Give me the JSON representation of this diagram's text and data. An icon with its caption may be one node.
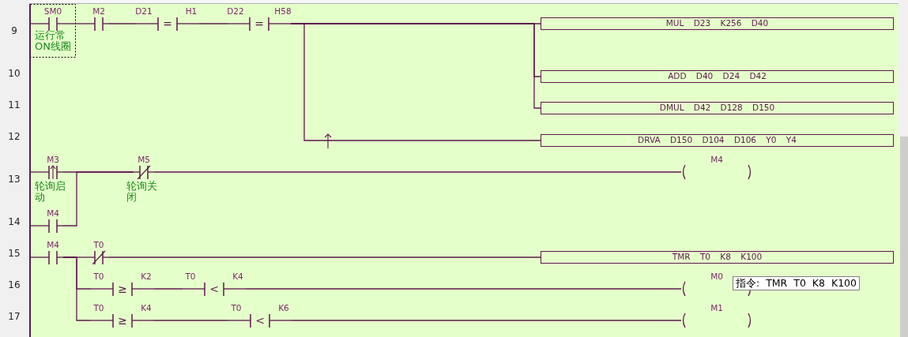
{
  "diagram": {
    "nodes": [
      {
        "text": [],
        "shape": "bar"
      },
      {
        "text": [
          "SM0"
        ],
        "beside": [
          "运行常ON线圈"
        ]
      },
      {
        "text": [
          "M2"
        ]
      },
      {
        "text": [
          "D21",
          "=",
          "H1"
        ]
      },
      {
        "text": [
          "D22",
          "=",
          "H58"
        ]
      },
      {
        "text": [
          "MUL D23 K256 D40"
        ]
      },
      {
        "text": [
          "ADD D40 D24 D42"
        ]
      },
      {
        "text": [
          "DMUL D42 D128 D150"
        ]
      },
      {
        "text": [
          "DRVA D150 D104 D106 Y0 Y4"
        ]
      },
      {
        "text": [
          "M3"
        ],
        "beside": [
          "轮询启动"
        ]
      },
      {
        "text": [
          "M5"
        ],
        "beside": [
          "轮询关闭"
        ]
      },
      {
        "text": [
          "M4"
        ]
      },
      {
        "text": [
          "M4"
        ]
      },
      {
        "text": [
          "M4"
        ]
      },
      {
        "text": [
          "T0"
        ]
      },
      {
        "text": [
          "TMR T0 K8 K100"
        ]
      },
      {
        "text": [
          "T0",
          "≥",
          "K2"
        ]
      },
      {
        "text": [
          "T0",
          "<",
          "K4"
        ]
      },
      {
        "text": [
          "M0"
        ]
      },
      {
        "text": [
          "T0",
          "≥",
          "K4"
        ]
      },
      {
        "text": [
          "T0",
          "<",
          "K6"
        ]
      },
      {
        "text": [
          "M1"
        ]
      }
    ],
    "edges": [
      {
        "from": 0,
        "to": 1,
        "arrow": "none"
      },
      {
        "from": 1,
        "to": 2,
        "arrow": "none"
      },
      {
        "from": 2,
        "to": 3,
        "arrow": "none"
      },
      {
        "from": 3,
        "to": 4,
        "arrow": "none"
      },
      {
        "from": 4,
        "to": 5,
        "arrow": "none"
      },
      {
        "from": 4,
        "to": 6,
        "arrow": "none"
      },
      {
        "from": 4,
        "to": 7,
        "arrow": "none"
      },
      {
        "from": 4,
        "to": 8,
        "arrow": "none"
      },
      {
        "from": 0,
        "to": 9,
        "arrow": "none"
      },
      {
        "from": 9,
        "to": 10,
        "arrow": "none"
      },
      {
        "from": 10,
        "to": 11,
        "arrow": "none"
      },
      {
        "from": 0,
        "to": 12,
        "arrow": "none"
      },
      {
        "from": 12,
        "to": 10,
        "arrow": "none"
      },
      {
        "from": 0,
        "to": 13,
        "arrow": "none"
      },
      {
        "from": 13,
        "to": 14,
        "arrow": "none"
      },
      {
        "from": 14,
        "to": 15,
        "arrow": "none"
      },
      {
        "from": 13,
        "to": 16,
        "arrow": "none"
      },
      {
        "from": 16,
        "to": 17,
        "arrow": "none"
      },
      {
        "from": 17,
        "to": 18,
        "arrow": "none"
      },
      {
        "from": 13,
        "to": 19,
        "arrow": "none"
      },
      {
        "from": 19,
        "to": 20,
        "arrow": "none"
      },
      {
        "from": 20,
        "to": 21,
        "arrow": "none"
      }
    ],
    "labels": [
      "9",
      "10",
      "11",
      "12",
      "13",
      "14",
      "15",
      "16",
      "指令: TMR T0 K8 K100",
      "17"
    ]
  }
}
